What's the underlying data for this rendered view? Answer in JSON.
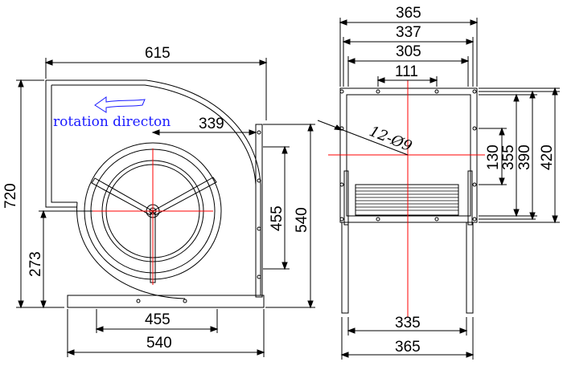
{
  "side_view": {
    "dim_top_width": "615",
    "dim_height": "720",
    "dim_axis_height": "273",
    "dim_outlet_offset": "339",
    "dim_outlet_inner": "455",
    "dim_outlet_outer": "540",
    "dim_base_inner": "455",
    "dim_base_outer": "540",
    "rotation_label": "rotation directon"
  },
  "front_view": {
    "dim_width_365": "365",
    "dim_width_337": "337",
    "dim_width_305": "305",
    "dim_width_111": "111",
    "dim_h_130": "130",
    "dim_h_355": "355",
    "dim_h_390": "390",
    "dim_h_420": "420",
    "dim_base_335": "335",
    "dim_base_365": "365",
    "holes_label": "12-Ø9"
  },
  "colors": {
    "line": "#000000",
    "centerline": "#ff0000",
    "annotation": "#1a1aff"
  }
}
